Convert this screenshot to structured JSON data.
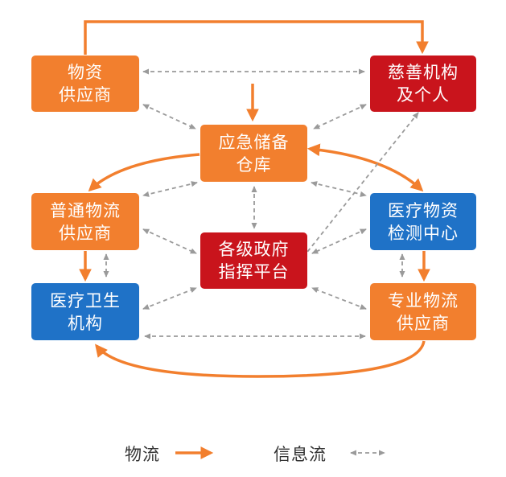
{
  "colors": {
    "supplier": "#f27f2e",
    "charity_and_government": "#c9141c",
    "medical": "#1f72c7",
    "material_flow_arrow": "#f27f2e",
    "information_flow_arrow": "#9a9a9a"
  },
  "nodes": {
    "material_supplier": "物资\n供应商",
    "charity": "慈善机构\n及个人",
    "emergency_warehouse": "应急储备\n仓库",
    "general_logistics": "普通物流\n供应商",
    "government_platform": "各级政府\n指挥平台",
    "testing_center": "医疗物资\n检测中心",
    "healthcare": "医疗卫生\n机构",
    "professional_logistics": "专业物流\n供应商"
  },
  "legend": {
    "material_flow": "物流",
    "information_flow": "信息流"
  }
}
